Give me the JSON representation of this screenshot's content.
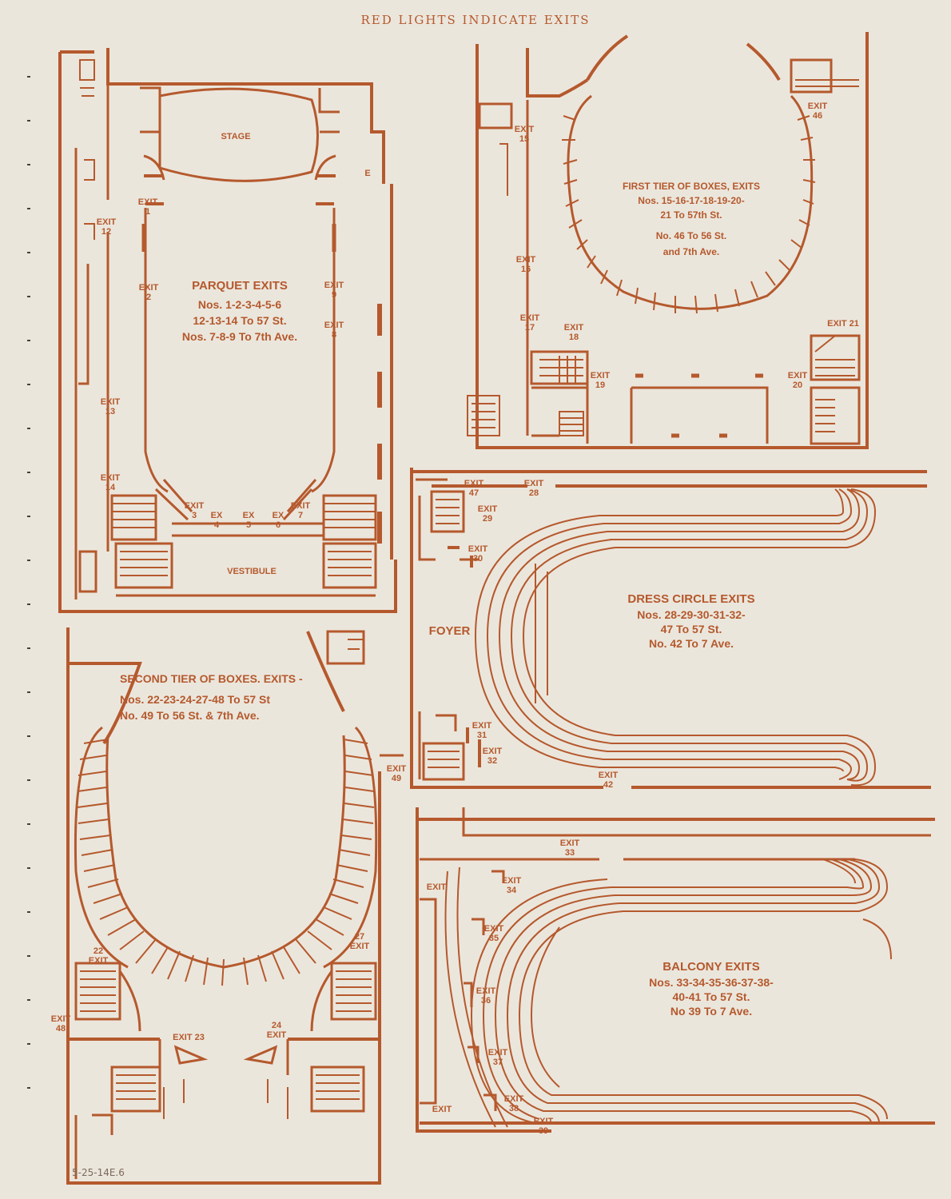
{
  "header": "RED LIGHTS INDICATE EXITS",
  "parquet": {
    "stage": "STAGE",
    "vestibule": "VESTIBULE",
    "exits": {
      "e1": "EXIT\n1",
      "e2": "EXIT\n2",
      "e3": "EXIT\n3",
      "e4": "EX\n4",
      "e5": "EX\n5",
      "e6": "EX\n6",
      "e7": "EXIT\n7",
      "e8": "EXIT\n8",
      "e9": "EXIT\n9",
      "e12": "EXIT\n12",
      "e13": "EXIT\n13",
      "e14": "EXIT\n14",
      "eE": "E"
    },
    "title": "PARQUET EXITS",
    "lines": [
      "Nos. 1-2-3-4-5-6",
      "12-13-14 To 57 St.",
      "Nos. 7-8-9 To 7th Ave."
    ]
  },
  "first_tier": {
    "title": "FIRST TIER OF BOXES, EXITS",
    "lines": [
      "Nos. 15-16-17-18-19-20-",
      "21 To 57th St.",
      "No. 46 To 56 St.",
      "and 7th Ave."
    ],
    "exits": {
      "e15": "EXIT\n15",
      "e16": "EXIT\n16",
      "e17": "EXIT\n17",
      "e18": "EXIT\n18",
      "e19": "EXIT\n19",
      "e20": "EXIT\n20",
      "e21": "EXIT 21",
      "e46": "EXIT\n46"
    }
  },
  "dress_circle": {
    "title": "DRESS CIRCLE EXITS",
    "lines": [
      "Nos. 28-29-30-31-32-",
      "47 To 57 St.",
      "No. 42 To 7 Ave."
    ],
    "foyer": "FOYER",
    "exits": {
      "e47": "EXIT\n47",
      "e28": "EXIT\n28",
      "e29": "EXIT\n29",
      "e30": "EXIT\n30",
      "e31": "EXIT\n31",
      "e32": "EXIT\n32",
      "e42": "EXIT\n42"
    }
  },
  "second_tier": {
    "title": "SECOND TIER OF BOXES. EXITS -",
    "lines": [
      "Nos. 22-23-24-27-48 To 57 St",
      "No. 49 To 56 St. & 7th Ave."
    ],
    "exits": {
      "e49": "EXIT\n49",
      "e27": "27\nEXIT",
      "e22": "22\nEXIT",
      "e48": "EXIT\n48",
      "e23": "EXIT 23",
      "e24": "24\nEXIT"
    }
  },
  "balcony": {
    "title": "BALCONY EXITS",
    "lines": [
      "Nos. 33-34-35-36-37-38-",
      "40-41 To 57 St.",
      "No 39 To 7 Ave."
    ],
    "exits": {
      "e33": "EXIT\n33",
      "e34": "EXIT\n34",
      "e35": "EXIT\n35",
      "e36": "EXIT\n36",
      "e37": "EXIT\n37",
      "e38": "EXIT\n38",
      "e39": "EXIT\n39",
      "eL1": "EXIT",
      "eL2": "EXIT"
    }
  },
  "handwritten": "5-25-14E.6",
  "colors": {
    "paper": "#ebe6dc",
    "ink": "#b5592d"
  }
}
